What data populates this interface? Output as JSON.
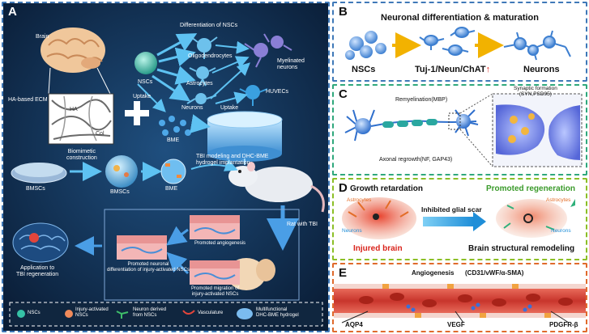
{
  "panelA": {
    "label": "A",
    "brain": "Brain",
    "ha_based_ecm": "HA-based ECM",
    "ha": "HA",
    "col": "Col",
    "biomimetic": "Biomimetic\nconstruction",
    "nscs": "NSCs",
    "differentiation": "Differentiation of NSCs",
    "oligodendrocytes": "Oligodendrocytes",
    "astrocytes": "Astrocytes",
    "neurons": "Neurons",
    "myelinated": "Myelinated\nneurons",
    "huvecs": "HUVECs",
    "uptake1": "Uptake",
    "uptake2": "Uptake",
    "bme1": "BME",
    "bmscs1": "BMSCs",
    "bmscs2": "BMSCs",
    "bme2": "BME",
    "tbi_modeling": "TBI modeling and DHC-BME\nhydrogel implantation",
    "rat_tbi": "Rat with TBI",
    "angiogenesis": "Promoted angiogenesis",
    "neuronal_diff": "Promoted neuronal\ndifferentiation of injury-activated NSCs",
    "migration": "Promoted migration of\ninjury-activated NSCs",
    "application": "Application to\nTBI regeneration",
    "legend": [
      "NSCs",
      "Injury-activated\nNSCs",
      "Neuron derived\nfrom NSCs",
      "Vasculature",
      "Multifunctional\nDHC-BME hydrogel"
    ]
  },
  "panelB": {
    "label": "B",
    "title": "Neuronal differentiation & maturation",
    "nscs": "NSCs",
    "markers_prefix": "Tuj-1/Neun/ChAT",
    "markers_arrow": "↑",
    "neurons": "Neurons"
  },
  "panelC": {
    "label": "C",
    "remyelination": "Remyelination(MBP)",
    "synaptic": "Synaptic formation\n(SYN,PSD95)",
    "axonal": "Axonal regrowth(NF, GAP43)"
  },
  "panelD": {
    "label": "D",
    "growth": "Growth retardation",
    "promoted": "Promoted regeneration",
    "astrocytes1": "Astrocytes",
    "astrocytes2": "Astrocytes",
    "neurons1": "Neurons",
    "neurons2": "Neurons",
    "inhibited": "Inhibited glial scar",
    "injured": "Injured brain",
    "remodeling": "Brain structural remodeling"
  },
  "panelE": {
    "label": "E",
    "angiogenesis": "Angiogenesis",
    "markers": "(CD31/vWF/α-SMA)",
    "aqp4": "AQP4",
    "vegf": "VEGF",
    "pdgfr": "PDGFR-β"
  },
  "colors": {
    "panel_a_bg": "#0e2a4a",
    "blue_border": "#3f79b8",
    "green_border": "#2fa87c",
    "lime_border": "#8cbf26",
    "orange_border": "#e06a2c",
    "red_text": "#d9241c",
    "green_text": "#3a9a2a"
  }
}
